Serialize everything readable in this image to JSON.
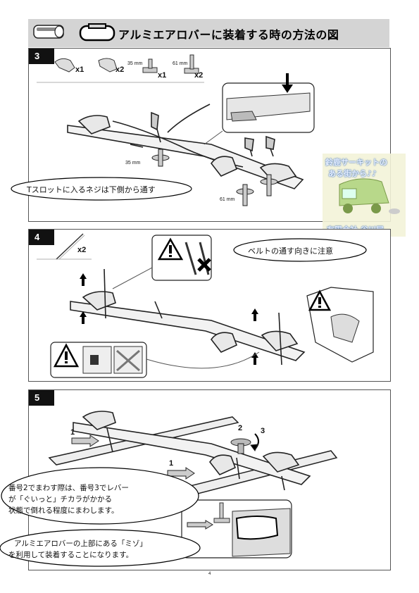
{
  "header": {
    "title": "アルミエアロバーに装着する時の方法の図"
  },
  "step3": {
    "number": "3",
    "parts": [
      {
        "qty": "x1"
      },
      {
        "qty": "x2"
      },
      {
        "qty": "x1",
        "size": "35 mm"
      },
      {
        "qty": "x2",
        "size": "61 mm"
      }
    ],
    "label_35": "35 mm",
    "label_61": "61 mm",
    "bubble": "Tスロットに入るネジは下側から通す"
  },
  "stamp": {
    "line1": "鈴鹿サーキットの",
    "line2": "ある街から♪♪",
    "line3": "有限会社 谷川屋"
  },
  "step4": {
    "number": "4",
    "strap_qty": "x2",
    "bubble": "ベルトの通す向きに注意"
  },
  "step5": {
    "number": "5",
    "arrow_label_1a": "1",
    "arrow_label_1b": "1",
    "label_2": "2",
    "label_3": "3",
    "note1": [
      "番号2でまわす際は、番号3でレバー",
      "が「ぐいっと」チカラがかかる",
      "状態で倒れる程度にまわします。"
    ],
    "note2": [
      "アルミエアロバーの上部にある「ミゾ」",
      "を利用して装着することになります。"
    ]
  },
  "page_number": "4"
}
